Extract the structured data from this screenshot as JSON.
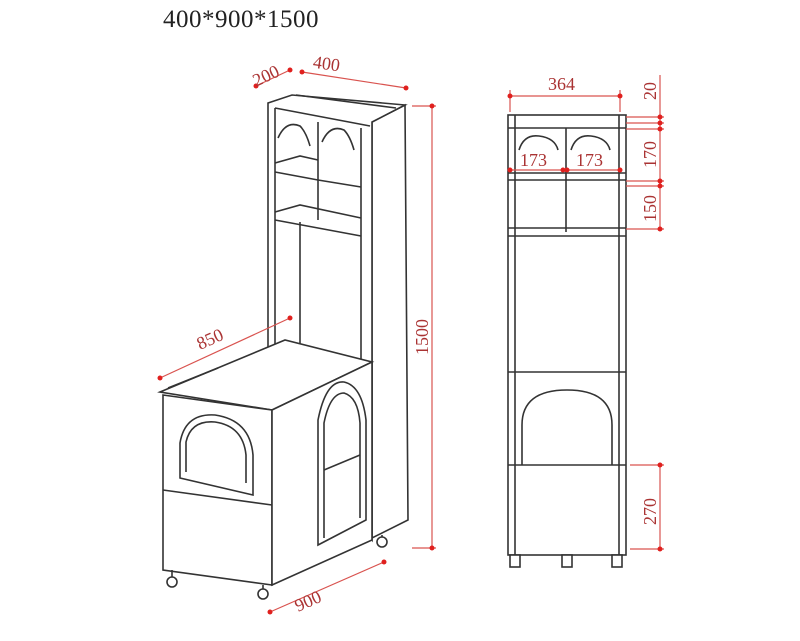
{
  "title": "400*900*1500",
  "isometric_view": {
    "dimensions": {
      "depth_top": "200",
      "width_top": "400",
      "height": "1500",
      "cabinet_depth": "850",
      "cabinet_width": "900"
    }
  },
  "front_view": {
    "dimensions": {
      "inner_width": "364",
      "top_board": "20",
      "left_compartment": "173",
      "right_compartment": "173",
      "arch_height": "170",
      "shelf_height": "150",
      "drawer_height": "270"
    }
  },
  "colors": {
    "dimension": "#d9534f",
    "outline": "#333333"
  }
}
